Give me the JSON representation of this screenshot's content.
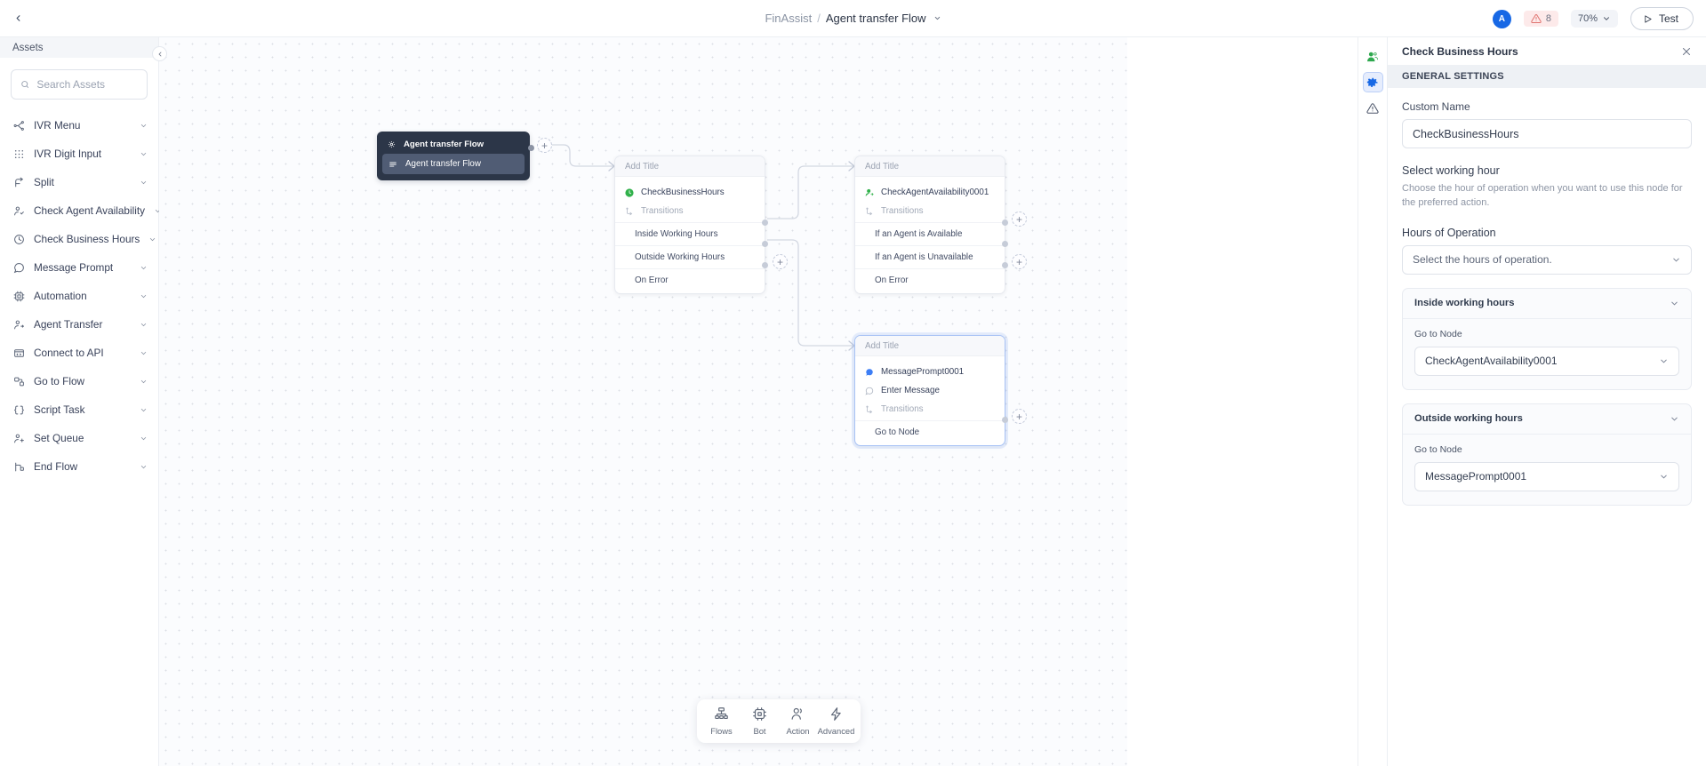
{
  "topbar": {
    "back_icon": "chevron-left-icon",
    "breadcrumb": {
      "app": "FinAssist",
      "separator": "/",
      "flow": "Agent transfer Flow"
    },
    "avatar_initial": "A",
    "warning_count": "8",
    "zoom_level": "70%",
    "test_label": "Test"
  },
  "sidebar": {
    "header": "Assets",
    "search_placeholder": "Search Assets",
    "items": [
      {
        "label": "IVR Menu",
        "icon": "ivr-menu-icon"
      },
      {
        "label": "IVR Digit Input",
        "icon": "keypad-icon"
      },
      {
        "label": "Split",
        "icon": "split-icon"
      },
      {
        "label": "Check Agent Availability",
        "icon": "user-check-icon"
      },
      {
        "label": "Check Business Hours",
        "icon": "clock-icon"
      },
      {
        "label": "Message Prompt",
        "icon": "speech-bubble-icon"
      },
      {
        "label": "Automation",
        "icon": "chip-icon"
      },
      {
        "label": "Agent Transfer",
        "icon": "user-transfer-icon"
      },
      {
        "label": "Connect to API",
        "icon": "api-icon"
      },
      {
        "label": "Go to Flow",
        "icon": "go-to-flow-icon"
      },
      {
        "label": "Script Task",
        "icon": "braces-icon"
      },
      {
        "label": "Set Queue",
        "icon": "user-plus-icon"
      },
      {
        "label": "End Flow",
        "icon": "end-flow-icon"
      }
    ]
  },
  "canvas": {
    "start_node": {
      "header": "Agent transfer Flow",
      "row": "Agent transfer Flow"
    },
    "nodes": [
      {
        "title": "Add Title",
        "name": "CheckBusinessHours",
        "transitions_label": "Transitions",
        "transitions": [
          "Inside Working Hours",
          "Outside Working Hours",
          "On Error"
        ],
        "selected": false
      },
      {
        "title": "Add Title",
        "name": "CheckAgentAvailability0001",
        "transitions_label": "Transitions",
        "transitions": [
          "If an Agent is Available",
          "If an Agent is Unavailable",
          "On Error"
        ],
        "selected": false
      },
      {
        "title": "Add Title",
        "name": "MessagePrompt0001",
        "message_row": "Enter Message",
        "transitions_label": "Transitions",
        "transitions": [
          "Go to Node"
        ],
        "selected": true
      }
    ],
    "toolbar": [
      {
        "label": "Flows",
        "icon": "flows-icon"
      },
      {
        "label": "Bot",
        "icon": "chip-icon"
      },
      {
        "label": "Action",
        "icon": "people-icon"
      },
      {
        "label": "Advanced",
        "icon": "lightning-icon"
      }
    ]
  },
  "rail": [
    {
      "icon": "people-icon",
      "active": false
    },
    {
      "icon": "gear-icon",
      "active": true
    },
    {
      "icon": "warning-triangle-icon",
      "active": false
    }
  ],
  "panel": {
    "title": "Check Business Hours",
    "close_icon": "close-icon",
    "section_title": "GENERAL SETTINGS",
    "custom_name_label": "Custom Name",
    "custom_name_value": "CheckBusinessHours",
    "working_hour_title": "Select working hour",
    "working_hour_desc": "Choose the hour of operation when you want to use this node for the preferred action.",
    "hours_label": "Hours of Operation",
    "hours_placeholder": "Select the hours of operation.",
    "accordions": [
      {
        "header": "Inside working hours",
        "sublabel": "Go to Node",
        "value": "CheckAgentAvailability0001"
      },
      {
        "header": "Outside working hours",
        "sublabel": "Go to Node",
        "value": "MessagePrompt0001"
      }
    ]
  },
  "colors": {
    "accent": "#1768e5",
    "start_node": "#2c3648",
    "warning_bg": "#fdeaea",
    "green": "#2fa84f"
  }
}
